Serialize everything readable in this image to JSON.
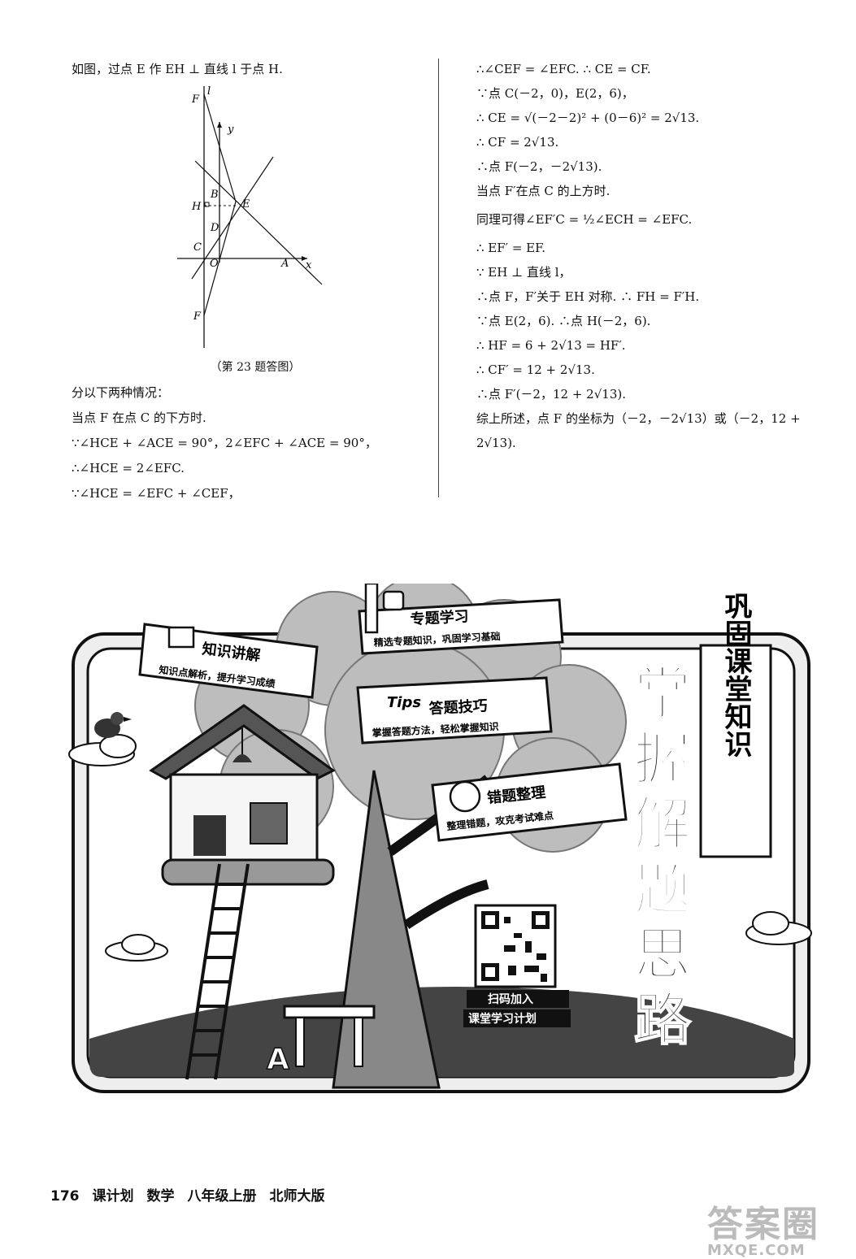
{
  "left_top": [
    "如图，过点 E 作 EH ⊥ 直线 l 于点 H."
  ],
  "figure": {
    "caption": "（第 23 题答图）",
    "labels": {
      "F_top": "F",
      "l": "l",
      "y": "y",
      "B": "B",
      "H": "H",
      "E": "E",
      "D": "D",
      "C": "C",
      "O": "O",
      "A": "A",
      "x": "x",
      "F_bottom": "F"
    }
  },
  "left_lines": [
    "分以下两种情况：",
    "当点 F 在点 C 的下方时.",
    "∵∠HCE + ∠ACE = 90°，2∠EFC + ∠ACE = 90°，",
    "∴∠HCE = 2∠EFC.",
    "∵∠HCE = ∠EFC + ∠CEF，"
  ],
  "right_lines": [
    "∴∠CEF = ∠EFC. ∴ CE = CF.",
    "∵点 C(－2，0)，E(2，6)，",
    "∴ CE = √(－2－2)² + (0－6)² = 2√13.",
    "∴ CF = 2√13.",
    "∴点 F(－2，－2√13).",
    "当点 F′在点 C 的上方时.",
    "同理可得∠EF′C = ½∠ECH = ∠EFC.",
    "∴ EF′ = EF.",
    "∵ EH ⊥ 直线 l，",
    "∴点 F，F′关于 EH 对称. ∴ FH = F′H.",
    "∵点 E(2，6). ∴点 H(－2，6).",
    "∴ HF = 6 + 2√13 = HF′.",
    "∴ CF′ = 12 + 2√13.",
    "∴点 F′(－2，12 + 2√13).",
    "综上所述，点 F 的坐标为（－2，－2√13）或（－2，12 +",
    "2√13)."
  ],
  "poster": {
    "cards": [
      {
        "title": "知识讲解",
        "sub": "知识点解析，提升学习成绩"
      },
      {
        "title": "专题学习",
        "sub": "精选专题知识，巩固学习基础"
      },
      {
        "title": "答题技巧",
        "sub": "掌握答题方法，轻松掌握知识"
      },
      {
        "title": "错题整理",
        "sub": "整理错题，攻克考试难点"
      }
    ],
    "tips_text": "Tips",
    "side_banner": "巩固课堂知识",
    "big_title": [
      "掌",
      "握",
      "解",
      "题",
      "思",
      "路"
    ],
    "qr_label1": "扫码加入",
    "qr_label2": "课堂学习计划",
    "letter": "A"
  },
  "footer": {
    "page": "176",
    "book": "课计划",
    "subject": "数学",
    "grade": "八年级上册",
    "edition": "北师大版"
  },
  "watermark": {
    "line1": "答案圈",
    "line2": "MXQE.COM"
  }
}
